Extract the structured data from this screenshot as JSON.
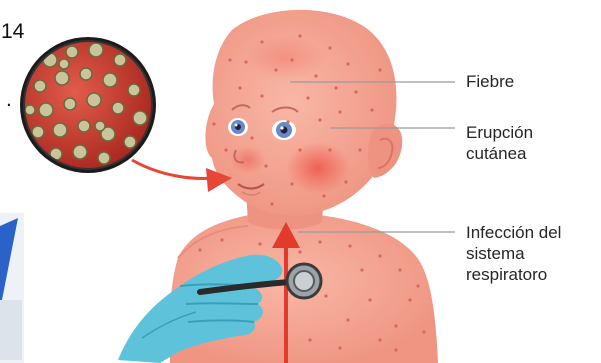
{
  "labels": {
    "fever": "Fiebre",
    "rash": "Erupción\ncutánea",
    "respiratory": "Infección del\nsistema\nrespiratoro"
  },
  "fragments": {
    "top_left": "14",
    "dot": "."
  },
  "colors": {
    "skin": "#F4A594",
    "skin_shadow": "#E88C7B",
    "rash_spot": "#D9685C",
    "flush": "#F26A5E",
    "glove": "#5EC3DA",
    "glove_dark": "#3A9FBC",
    "arrow": "#E23B2E",
    "leader_line": "#9A9A9A",
    "lens_bg": "#D9473A",
    "virus": "#C9C49A",
    "virus_outline": "#6B6A3E"
  }
}
